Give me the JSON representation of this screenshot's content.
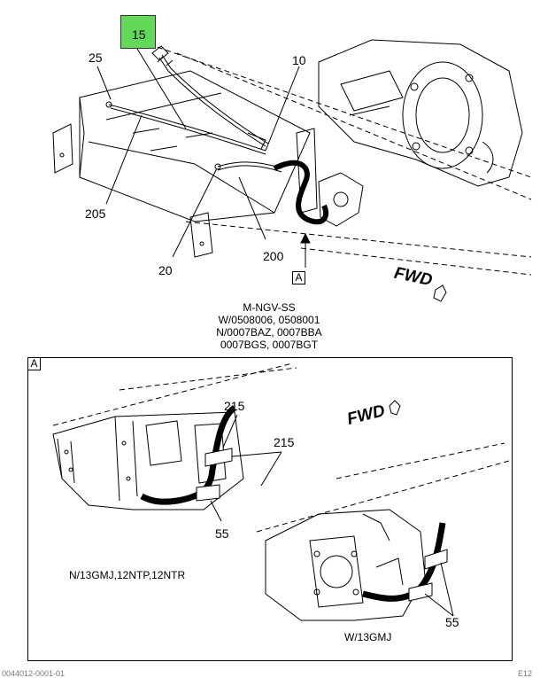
{
  "callouts": {
    "c15": "15",
    "c25": "25",
    "c10": "10",
    "c205": "205",
    "c20": "20",
    "c200": "200",
    "c215a": "215",
    "c215b": "215",
    "c55a": "55",
    "c55b": "55"
  },
  "view_ref": "A",
  "detail_ref": "A",
  "caption_lines": [
    "M-NGV-SS",
    "W/0508006, 0508001",
    "N/0007BAZ, 0007BBA",
    "0007BGS, 0007BGT"
  ],
  "fwd_main": "FWD",
  "fwd_detail": "FWD",
  "variant_left": "N/13GMJ,12NTP,12NTR",
  "variant_right": "W/13GMJ",
  "footer_left": "0044012-0001-01",
  "footer_right": "E12",
  "colors": {
    "highlight": "#63d95a",
    "line": "#000000"
  }
}
